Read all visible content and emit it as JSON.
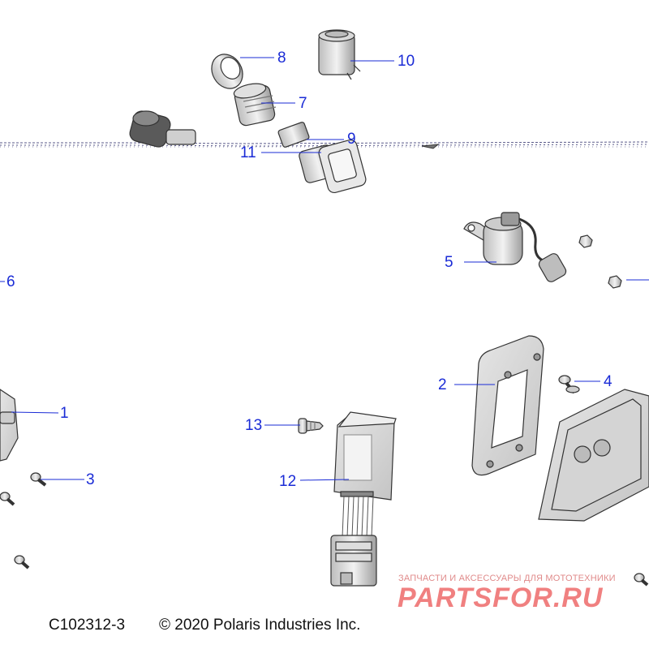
{
  "diagram": {
    "callouts": [
      {
        "id": "1",
        "label": "1"
      },
      {
        "id": "2",
        "label": "2"
      },
      {
        "id": "3",
        "label": "3"
      },
      {
        "id": "4",
        "label": "4"
      },
      {
        "id": "5",
        "label": "5"
      },
      {
        "id": "6",
        "label": "6"
      },
      {
        "id": "7",
        "label": "7"
      },
      {
        "id": "8",
        "label": "8"
      },
      {
        "id": "9",
        "label": "9"
      },
      {
        "id": "10",
        "label": "10"
      },
      {
        "id": "11",
        "label": "11"
      },
      {
        "id": "12",
        "label": "12"
      },
      {
        "id": "13",
        "label": "13"
      }
    ],
    "drawing_code": "C102312-3",
    "copyright": "© 2020 Polaris Industries Inc."
  },
  "watermark": {
    "tagline": "ЗАПЧАСТИ И АКСЕССУАРЫ ДЛЯ МОТОТЕХНИКИ",
    "logo_text": "PARTSFOR.RU",
    "color": "#ee6b6b"
  },
  "colors": {
    "callout": "#1a2bd6",
    "line_art": "#333333",
    "part_fill": "#dcdcdc"
  }
}
